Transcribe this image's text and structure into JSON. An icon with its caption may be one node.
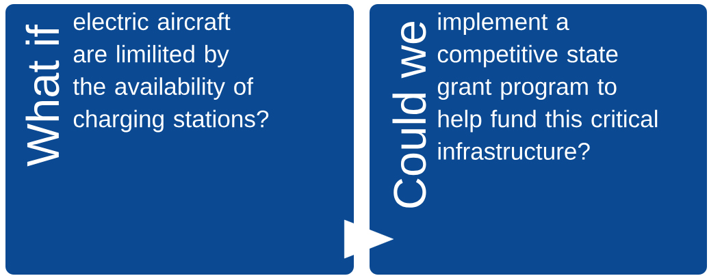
{
  "diagram": {
    "nodes": [
      {
        "text": [
          "What if",
          "electric aircraft are limilited by the availability of charging stations?"
        ]
      },
      {
        "text": [
          "Could we",
          "implement a competitive state grant program to help fund this critical infrastructure?"
        ]
      }
    ],
    "edges": [
      {
        "from": 0,
        "to": 1,
        "arrow": "to"
      }
    ]
  }
}
